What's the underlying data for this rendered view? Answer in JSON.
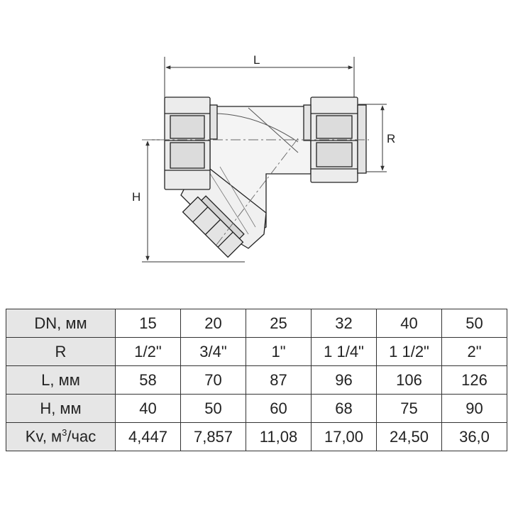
{
  "dimensions": {
    "length": "L",
    "height": "H",
    "thread": "R"
  },
  "table": {
    "rows": [
      {
        "header": "DN, мм",
        "values": [
          "15",
          "20",
          "25",
          "32",
          "40",
          "50"
        ]
      },
      {
        "header": "R",
        "values": [
          "1/2\"",
          "3/4\"",
          "1\"",
          "1 1/4\"",
          "1 1/2\"",
          "2\""
        ]
      },
      {
        "header": "L, мм",
        "values": [
          "58",
          "70",
          "87",
          "96",
          "106",
          "126"
        ]
      },
      {
        "header": "H, мм",
        "values": [
          "40",
          "50",
          "60",
          "68",
          "75",
          "90"
        ]
      },
      {
        "header_prefix": "Kv, м",
        "header_sup": "3",
        "header_suffix": "/час",
        "values": [
          "4,447",
          "7,857",
          "11,08",
          "17,00",
          "24,50",
          "36,0"
        ]
      }
    ]
  }
}
